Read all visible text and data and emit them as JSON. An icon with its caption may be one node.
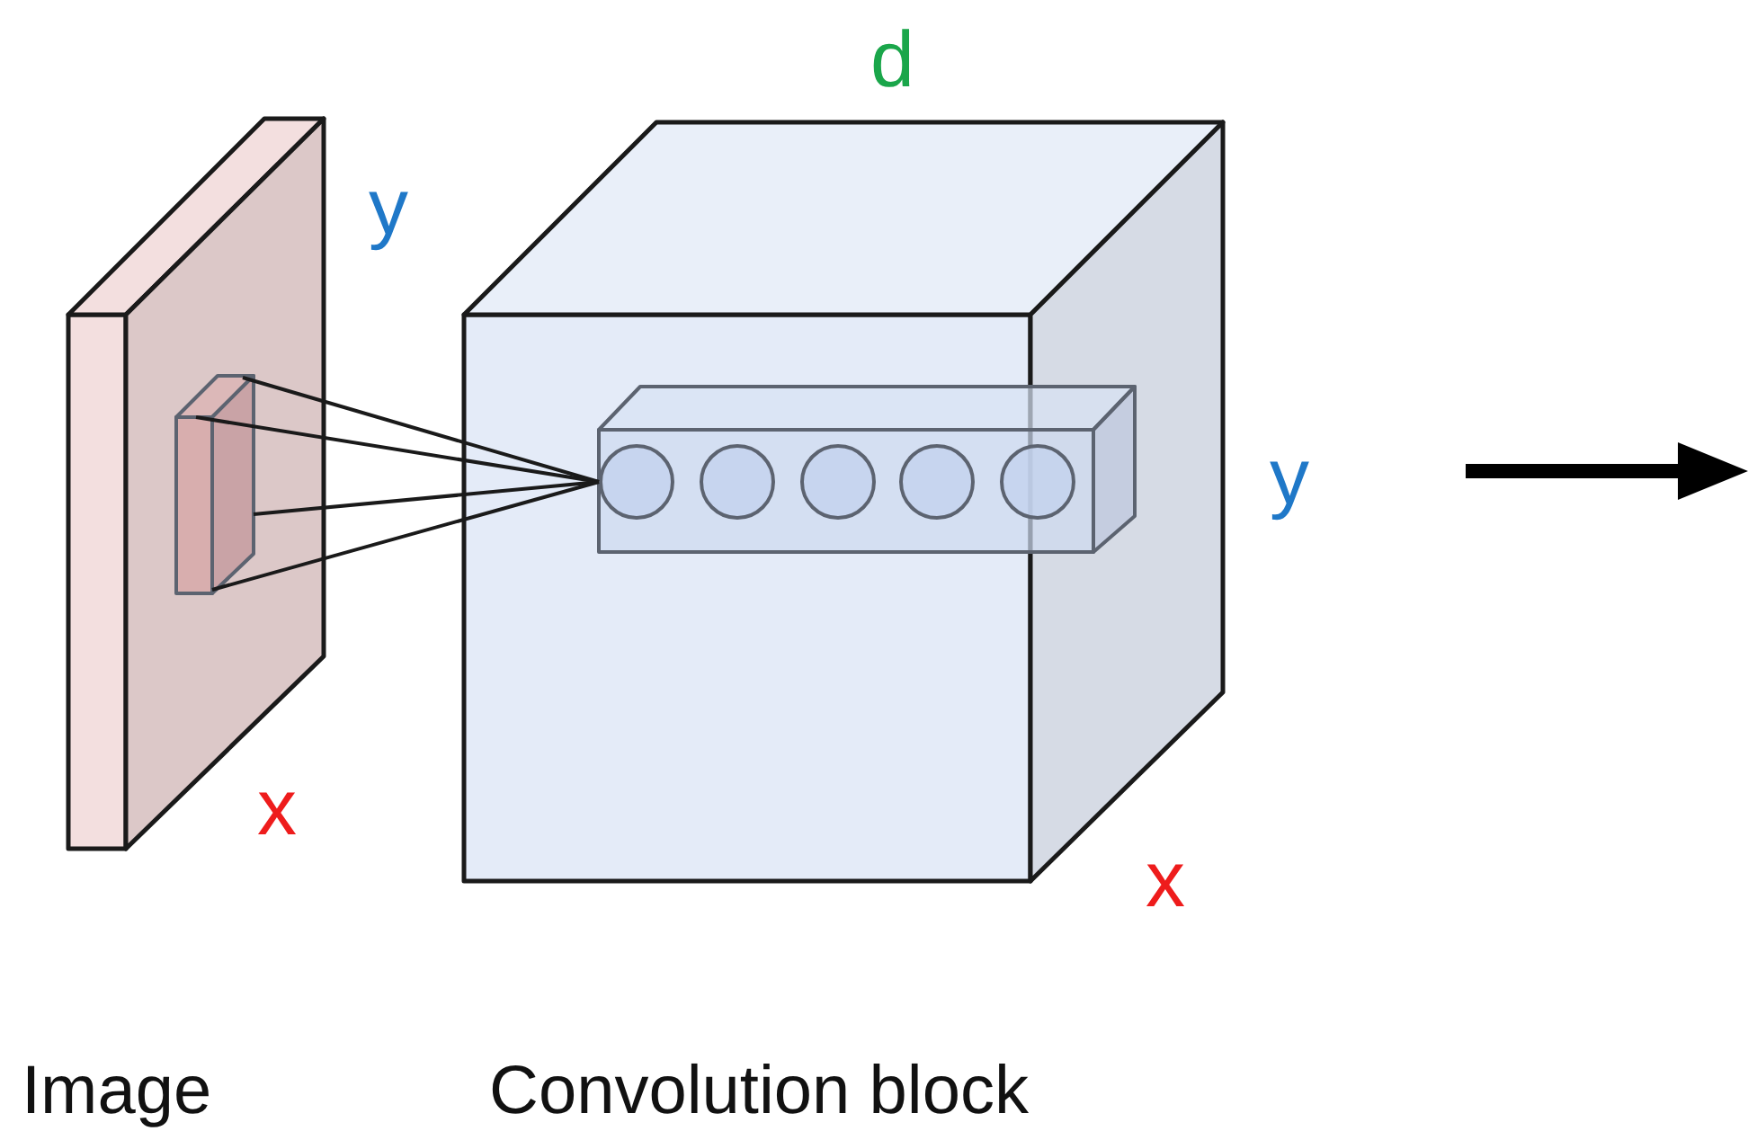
{
  "diagram": {
    "nodes": [
      {
        "text": [
          "Image"
        ]
      },
      {
        "text": [],
        "shape": "box",
        "in": 0
      },
      {
        "text": [
          "Convolution block"
        ]
      },
      {
        "text": [],
        "shape": "bar",
        "in": 2
      },
      {
        "text": [],
        "shape": "circle",
        "in": 3
      },
      {
        "text": [],
        "shape": "circle",
        "in": 3
      },
      {
        "text": [],
        "shape": "circle",
        "in": 3
      },
      {
        "text": [],
        "shape": "circle",
        "in": 3
      },
      {
        "text": [],
        "shape": "circle",
        "in": 3
      }
    ],
    "edges": [
      {
        "from": 1,
        "to": 4,
        "arrow": "none"
      },
      {
        "from": 1,
        "to": 4,
        "arrow": "none"
      },
      {
        "from": 1,
        "to": 4,
        "arrow": "none"
      },
      {
        "from": 1,
        "to": 4,
        "arrow": "none"
      }
    ],
    "labels": [
      "d",
      "y",
      "y",
      "x",
      "x"
    ]
  }
}
